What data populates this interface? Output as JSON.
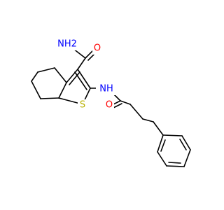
{
  "colors": {
    "bond": "#000000",
    "background": "#ffffff",
    "nitrogen": "#0000ff",
    "oxygen": "#ff0000",
    "sulfur": "#b8b000"
  },
  "labels": {
    "amide_nh2": "NH2",
    "amide_o_top": "O",
    "amide_nh": "NH",
    "sulfur": "S",
    "amide_o_bottom": "O"
  }
}
